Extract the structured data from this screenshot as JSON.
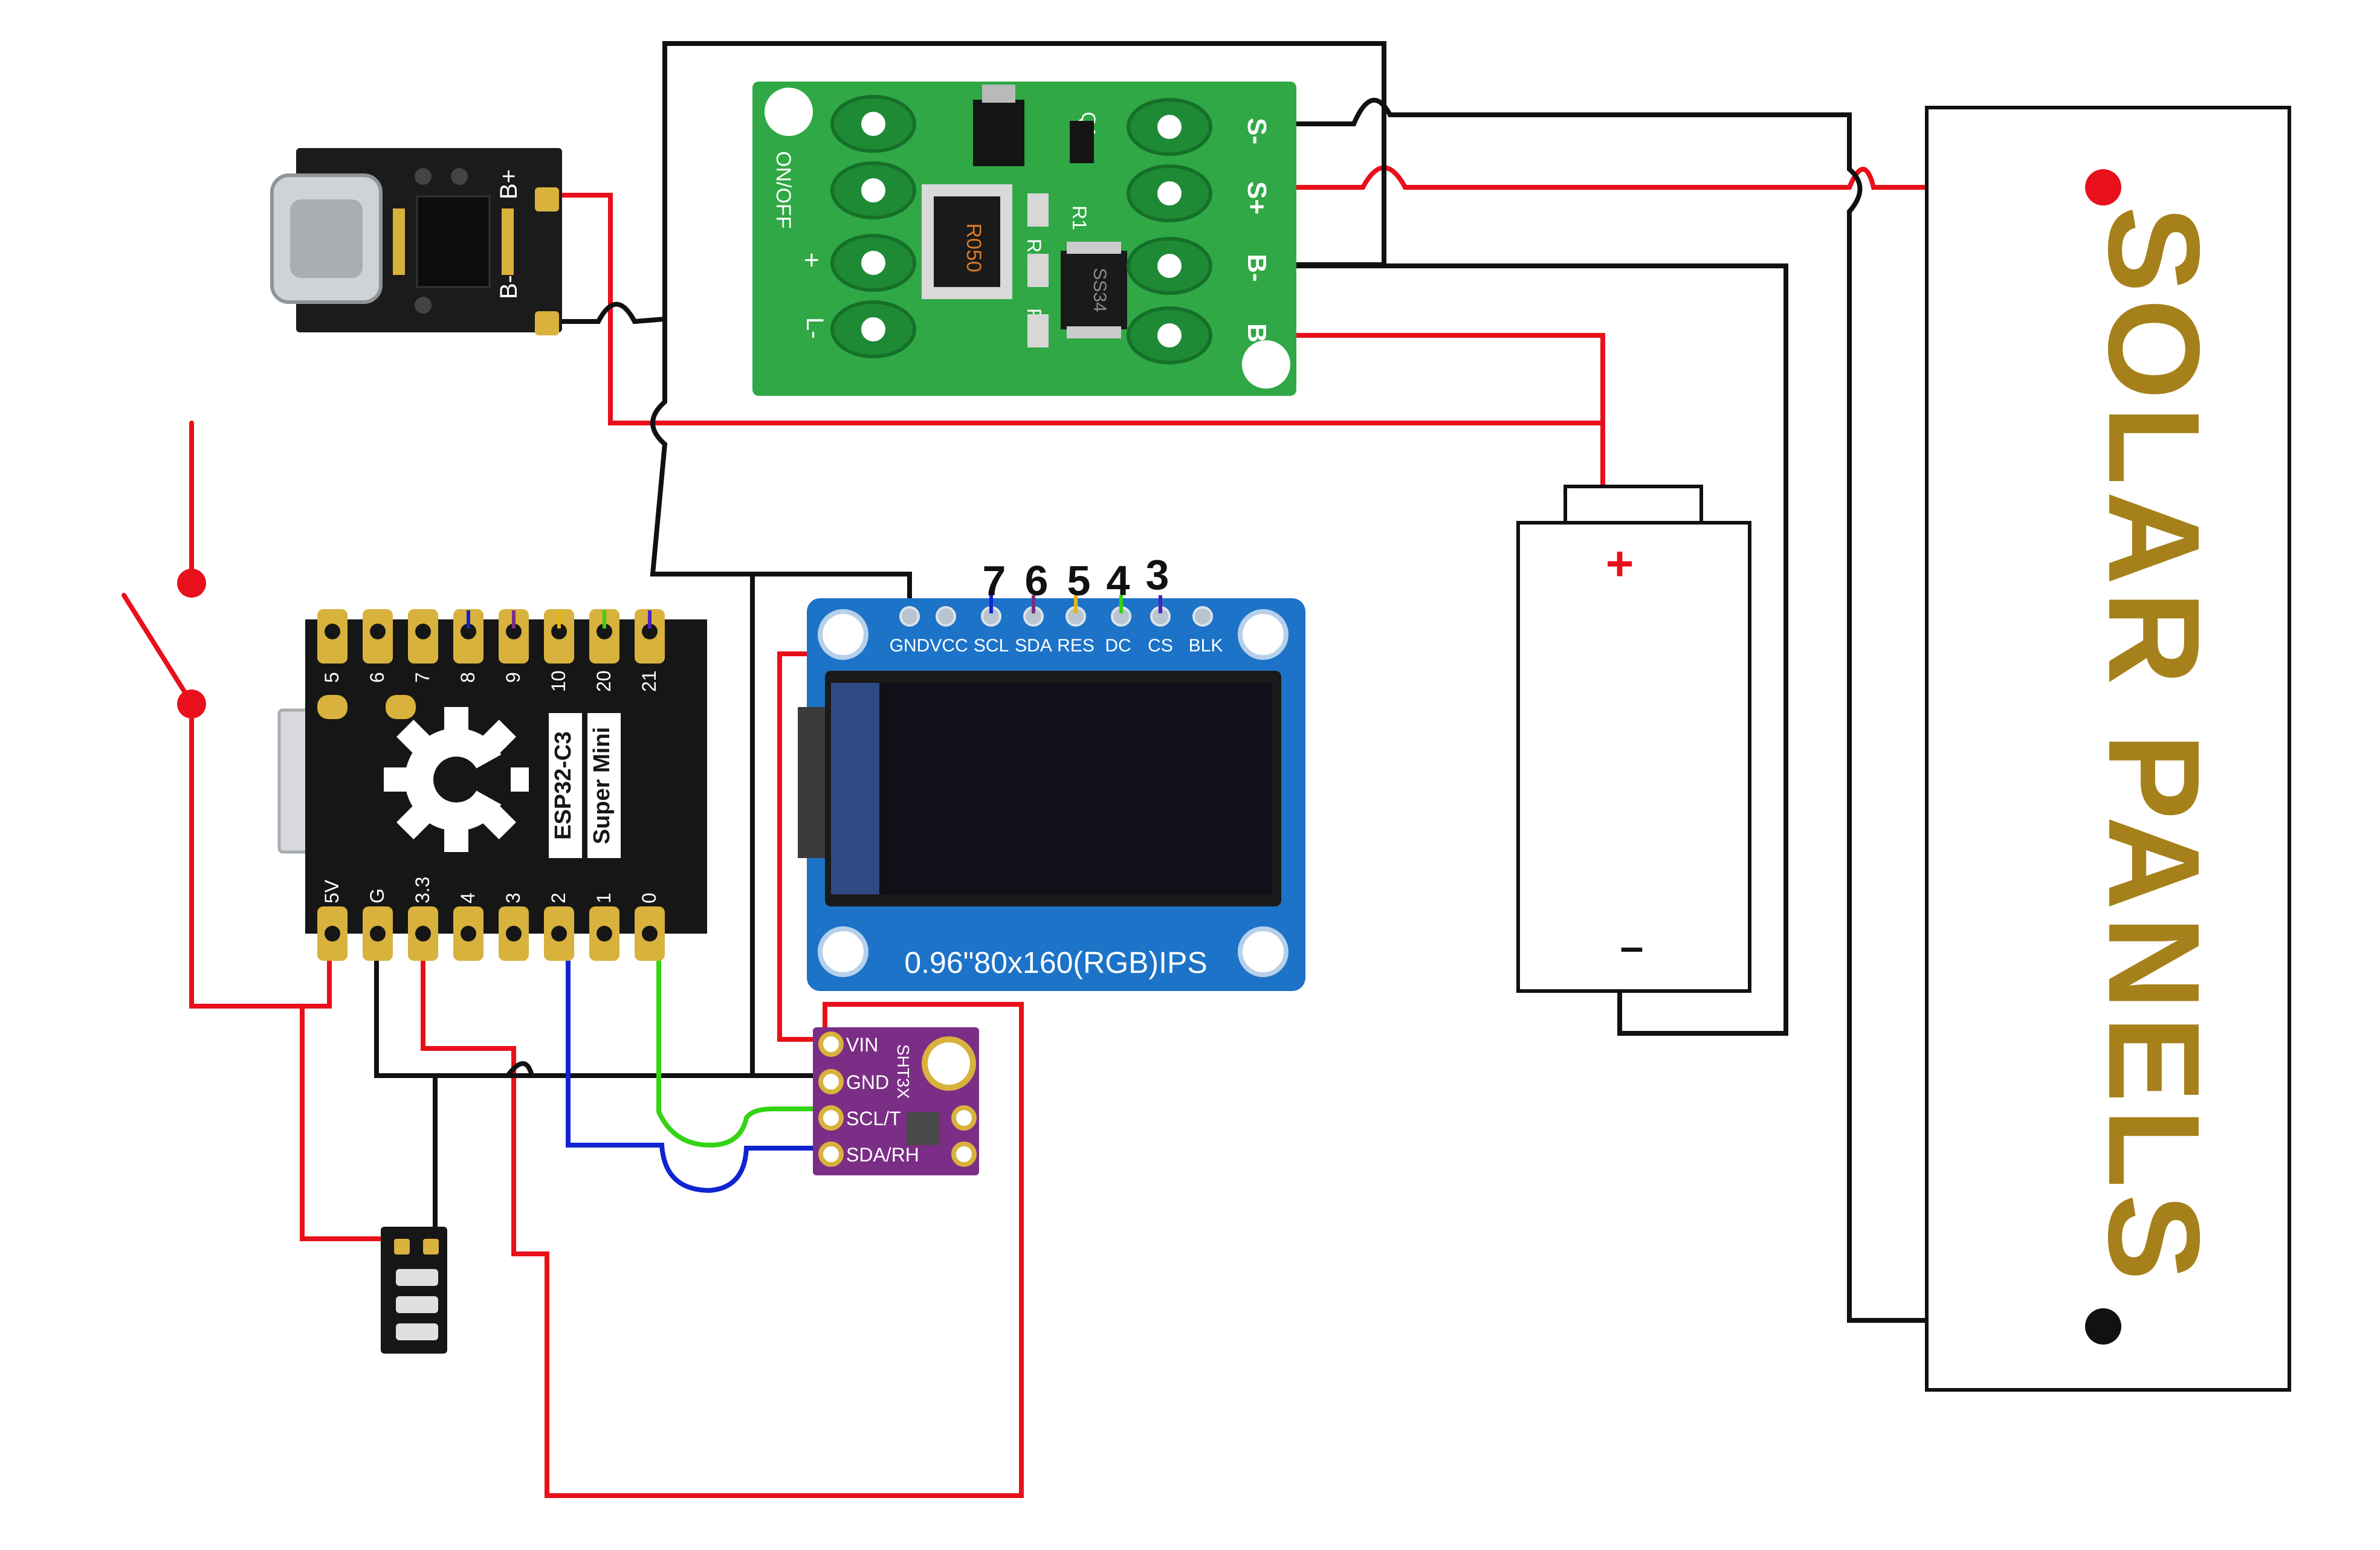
{
  "colors": {
    "wire_red": "#e8101a",
    "wire_black": "#111111",
    "wire_blue": "#1024d0",
    "wire_green": "#34d414",
    "pcb_green": "#2fa845",
    "esp_board": "#161616",
    "pad_gold": "#d8b23c",
    "tft_blue": "#1c73c8",
    "sht_purple": "#7b2e86",
    "solar_text": "#a6801a"
  },
  "charger": {
    "bplus": "B+",
    "bminus": "B-"
  },
  "solar_controller": {
    "onoff": "ON/OFF",
    "right_labels": [
      "S-",
      "S+",
      "B-",
      "B+"
    ],
    "left_labels": [
      "+",
      "L-"
    ],
    "components": [
      "R050",
      "R1",
      "R2",
      "R3",
      "SS34",
      "Q1"
    ]
  },
  "esp32": {
    "title": "ESP32-C3",
    "subtitle": "Super Mini",
    "top_pins": [
      "5",
      "6",
      "7",
      "8",
      "9",
      "10",
      "20",
      "21"
    ],
    "bottom_pins": [
      "5V",
      "G",
      "3.3",
      "4",
      "3",
      "2",
      "1",
      "0"
    ]
  },
  "display": {
    "pins": [
      "GND",
      "VCC",
      "SCL",
      "SDA",
      "RES",
      "DC",
      "CS",
      "BLK"
    ],
    "pin_numbers": [
      "7",
      "6",
      "5",
      "4",
      "3"
    ],
    "caption": "0.96\"80x160(RGB)IPS"
  },
  "sensor": {
    "chip": "SHT3X",
    "pins": [
      "VIN",
      "GND",
      "SCL/T",
      "SDA/RH"
    ]
  },
  "battery": {
    "plus": "+",
    "minus": "–"
  },
  "solar_panel": {
    "label": "SOLAR PANELS"
  }
}
